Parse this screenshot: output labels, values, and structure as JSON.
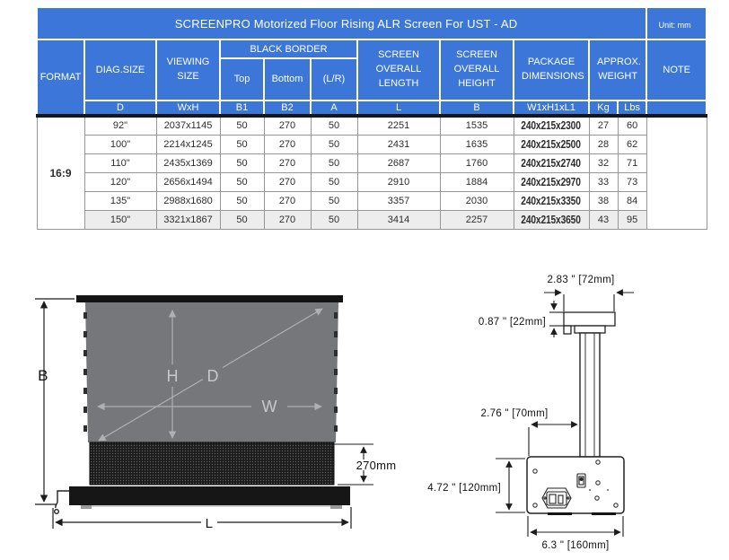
{
  "sheet": {
    "title": "SCREENPRO Motorized Floor Rising ALR Screen For UST - AD",
    "unit": "Unit: mm"
  },
  "table": {
    "header": {
      "format": "FORMAT",
      "diag_size": "DIAG.SIZE",
      "viewing_size": "VIEWING SIZE",
      "black_border": "BLACK BORDER",
      "black_border_top": "Top",
      "black_border_bottom": "Bottom",
      "black_border_lr": "(L/R)",
      "screen_overall_length": "SCREEN OVERALL LENGTH",
      "screen_overall_height": "SCREEN OVERALL HEIGHT",
      "package_dimensions": "PACKAGE DIMENSIONS",
      "approx_weight": "APPROX. WEIGHT",
      "note": "NOTE",
      "sub": {
        "d": "D",
        "wxh": "WxH",
        "b1": "B1",
        "b2": "B2",
        "a": "A",
        "l": "L",
        "b": "B",
        "w1h1l1": "W1xH1xL1",
        "kg": "Kg",
        "lbs": "Lbs"
      }
    },
    "format_value": "16:9",
    "rows": [
      {
        "diag": "92\"",
        "viewing": "2037x1145",
        "b1": "50",
        "b2": "270",
        "a": "50",
        "length": "2251",
        "height": "1535",
        "package": "240x215x2300",
        "kg": "27",
        "lbs": "60"
      },
      {
        "diag": "100\"",
        "viewing": "2214x1245",
        "b1": "50",
        "b2": "270",
        "a": "50",
        "length": "2431",
        "height": "1635",
        "package": "240x215x2500",
        "kg": "28",
        "lbs": "62"
      },
      {
        "diag": "110\"",
        "viewing": "2435x1369",
        "b1": "50",
        "b2": "270",
        "a": "50",
        "length": "2687",
        "height": "1760",
        "package": "240x215x2740",
        "kg": "32",
        "lbs": "71"
      },
      {
        "diag": "120\"",
        "viewing": "2656x1494",
        "b1": "50",
        "b2": "270",
        "a": "50",
        "length": "2910",
        "height": "1884",
        "package": "240x215x2970",
        "kg": "33",
        "lbs": "73"
      },
      {
        "diag": "135\"",
        "viewing": "2988x1680",
        "b1": "50",
        "b2": "270",
        "a": "50",
        "length": "3357",
        "height": "2030",
        "package": "240x215x3350",
        "kg": "38",
        "lbs": "84"
      },
      {
        "diag": "150\"",
        "viewing": "3321x1867",
        "b1": "50",
        "b2": "270",
        "a": "50",
        "length": "3414",
        "height": "2257",
        "package": "240x215x3650",
        "kg": "43",
        "lbs": "95"
      }
    ]
  },
  "front_diagram": {
    "overall_height_label": "B",
    "screen_height_label": "H",
    "diagonal_label": "D",
    "screen_width_label": "W",
    "bottom_border_label": "270mm",
    "overall_length_label": "L"
  },
  "side_diagram": {
    "top_cap_width": "2.83 \" [72mm]",
    "top_cap_height": "0.87 \" [22mm]",
    "column_offset": "2.76 \" [70mm]",
    "base_height": "4.72 \" [120mm]",
    "base_width": "6.3 \" [160mm]"
  },
  "colors": {
    "header_blue": "#3b76d8",
    "header_text": "#ffffff",
    "row_highlight": "#ededed",
    "screen_gray": "#75777b"
  }
}
